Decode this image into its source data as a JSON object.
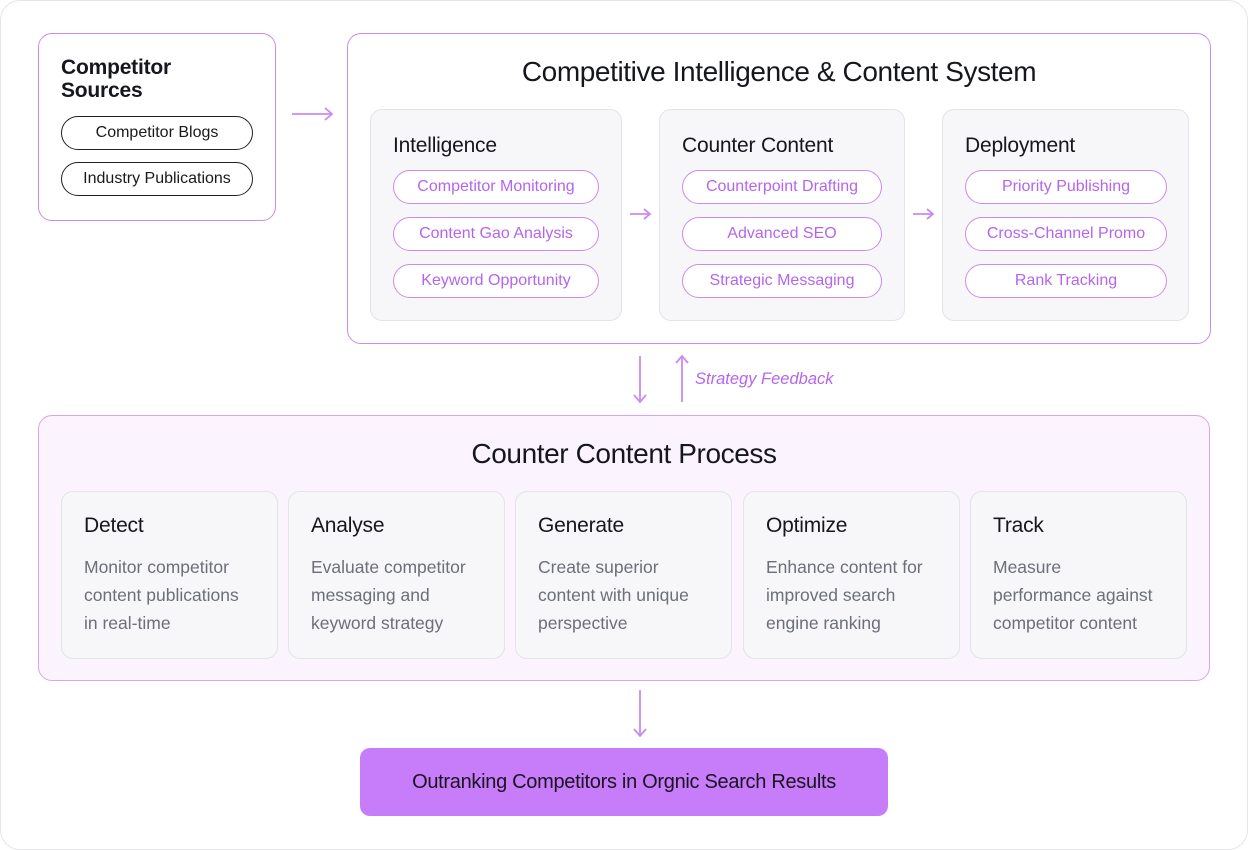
{
  "sources": {
    "title": "Competitor Sources",
    "items": [
      "Competitor Blogs",
      "Industry Publications"
    ]
  },
  "system": {
    "title": "Competitive Intelligence & Content System",
    "columns": [
      {
        "title": "Intelligence",
        "items": [
          "Competitor Monitoring",
          "Content Gao Analysis",
          "Keyword Opportunity"
        ]
      },
      {
        "title": "Counter Content",
        "items": [
          "Counterpoint Drafting",
          "Advanced SEO",
          "Strategic Messaging"
        ]
      },
      {
        "title": "Deployment",
        "items": [
          "Priority Publishing",
          "Cross-Channel Promo",
          "Rank Tracking"
        ]
      }
    ]
  },
  "feedback_label": "Strategy Feedback",
  "process": {
    "title": "Counter Content Process",
    "steps": [
      {
        "title": "Detect",
        "desc": "Monitor competitor content publications in real-time"
      },
      {
        "title": "Analyse",
        "desc": "Evaluate competitor messaging and keyword strategy"
      },
      {
        "title": "Generate",
        "desc": "Create superior content with unique perspective"
      },
      {
        "title": "Optimize",
        "desc": "Enhance content for improved search engine ranking"
      },
      {
        "title": "Track",
        "desc": "Measure performance against competitor content"
      }
    ]
  },
  "result": "Outranking Competitors in Orgnic Search Results",
  "colors": {
    "accent": "#c77dfa",
    "pill_text": "#b565ec",
    "border": "#c98bf0",
    "process_bg": "#fbf3fe"
  }
}
